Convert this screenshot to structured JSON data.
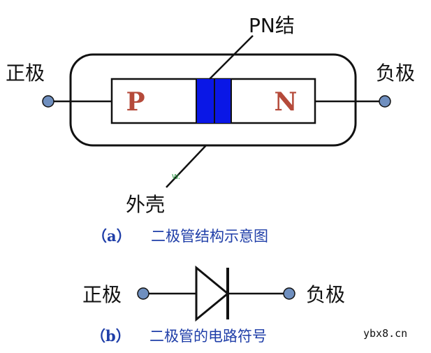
{
  "diagram_a": {
    "labels": {
      "pn_junction": "PN结",
      "anode": "正极",
      "cathode": "负极",
      "p_region": "P",
      "n_region": "N",
      "shell": "外壳",
      "tiny_mark": "W."
    },
    "caption": {
      "index": "（a）",
      "text": "二极管结构示意图"
    }
  },
  "diagram_b": {
    "labels": {
      "anode": "正极",
      "cathode": "负极"
    },
    "caption": {
      "index": "（b）",
      "text": "二极管的电路符号"
    }
  },
  "watermark": "ybx8.cn",
  "colors": {
    "line": "#111111",
    "terminal_dot": "#6f8fbf",
    "junction_blue": "#0a17e6",
    "p_text": "#b54a3a",
    "n_text": "#b54a3a",
    "caption_blue": "#1f3ea8"
  }
}
